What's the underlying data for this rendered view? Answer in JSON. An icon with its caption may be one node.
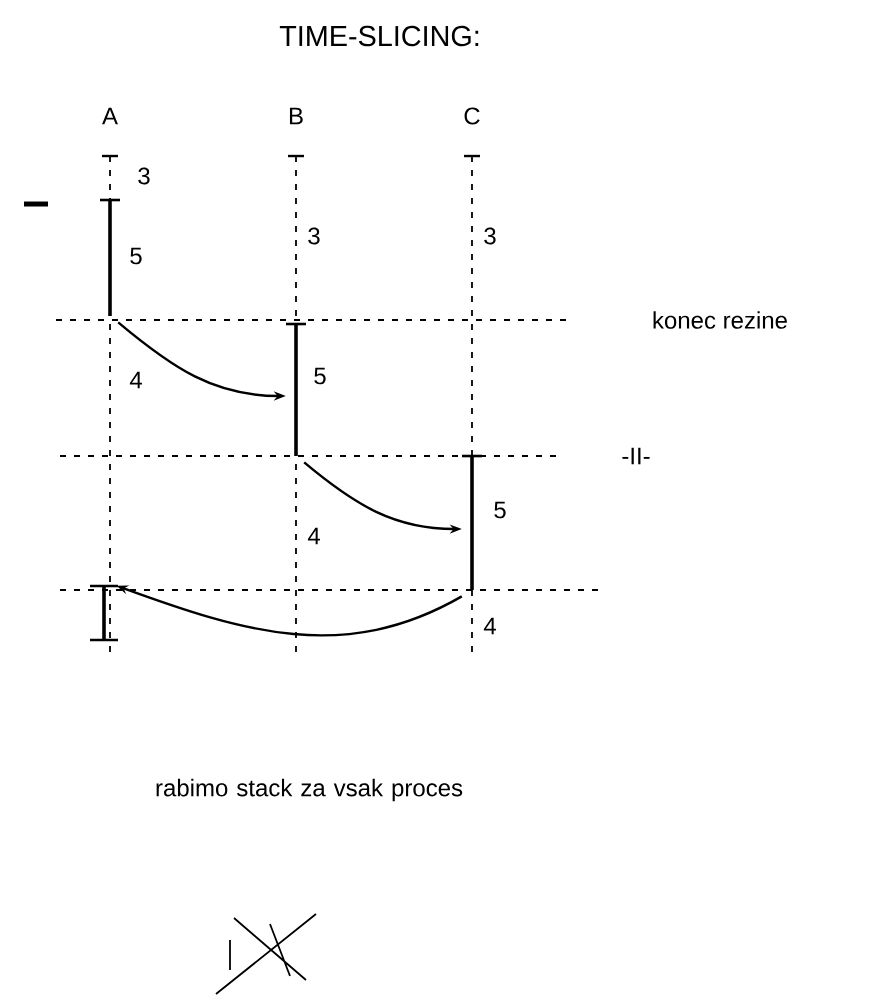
{
  "diagram": {
    "title": "TIME-SLICING:",
    "nodes": [
      {
        "text": [],
        "shape": "bar",
        "beside": [
          "5"
        ]
      },
      {
        "text": [],
        "shape": "bar",
        "beside": [
          "5"
        ]
      },
      {
        "text": [],
        "shape": "bar",
        "beside": [
          "5"
        ]
      },
      {
        "text": [],
        "shape": "bar"
      }
    ],
    "edges": [
      {
        "from": 0,
        "to": 1,
        "arrow": "to"
      },
      {
        "from": 1,
        "to": 2,
        "arrow": "to"
      },
      {
        "from": 2,
        "to": 3,
        "arrow": "to"
      }
    ],
    "labels": [
      "A",
      "B",
      "C",
      "3",
      "3",
      "3",
      "konec rezine",
      "4",
      "-II-",
      "4",
      "4",
      "rabimo stack za vsak proces"
    ]
  }
}
